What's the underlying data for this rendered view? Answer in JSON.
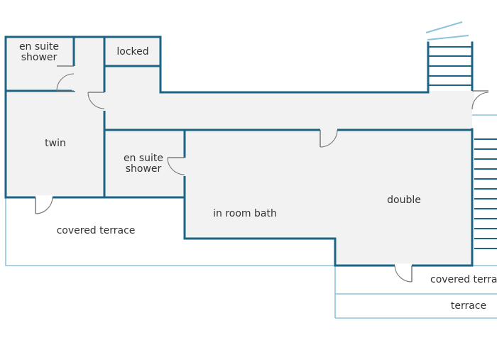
{
  "colors": {
    "wall": "#1b6483",
    "terrace_line": "#8cc3dc",
    "room_fill": "#f2f2f2",
    "label": "#333333",
    "door": "#666666"
  },
  "rooms": {
    "ensuite_top": {
      "line1": "en suite",
      "line2": "shower"
    },
    "locked": "locked",
    "twin": "twin",
    "ensuite_mid": {
      "line1": "en suite",
      "line2": "shower"
    },
    "in_room_bath": "in room bath",
    "double": "double"
  },
  "outdoor": {
    "covered_terrace_left": "covered terrace",
    "covered_terrace_right": "covered terra",
    "terrace": "terrace"
  },
  "icons": {
    "door": "door-swing-icon",
    "stairs": "staircase-icon"
  }
}
